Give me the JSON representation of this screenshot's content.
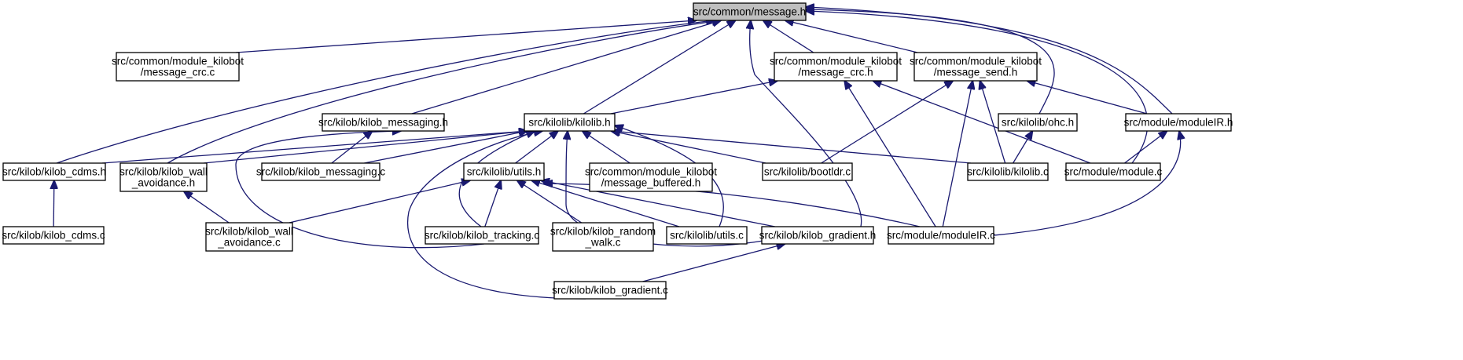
{
  "title": "src/common/message.h",
  "colors": {
    "edge": "#191970",
    "root_fill": "#bfbfbf",
    "node_fill": "#ffffff",
    "border": "#000000"
  },
  "nodes": {
    "message_h": {
      "lines": [
        "src/common/message.h"
      ],
      "root": true
    },
    "message_crc_c": {
      "lines": [
        "src/common/module_kilobot",
        "/message_crc.c"
      ]
    },
    "message_crc_h": {
      "lines": [
        "src/common/module_kilobot",
        "/message_crc.h"
      ]
    },
    "message_send_h": {
      "lines": [
        "src/common/module_kilobot",
        "/message_send.h"
      ]
    },
    "kilob_messaging_h": {
      "lines": [
        "src/kilob/kilob_messaging.h"
      ]
    },
    "kilolib_h": {
      "lines": [
        "src/kilolib/kilolib.h"
      ]
    },
    "ohc_h": {
      "lines": [
        "src/kilolib/ohc.h"
      ]
    },
    "moduleIR_h": {
      "lines": [
        "src/module/moduleIR.h"
      ]
    },
    "kilob_cdms_h": {
      "lines": [
        "src/kilob/kilob_cdms.h"
      ]
    },
    "kilob_wall_avoidance_h": {
      "lines": [
        "src/kilob/kilob_wall",
        "_avoidance.h"
      ]
    },
    "kilob_messaging_c": {
      "lines": [
        "src/kilob/kilob_messaging.c"
      ]
    },
    "utils_h": {
      "lines": [
        "src/kilolib/utils.h"
      ]
    },
    "message_buffered_h": {
      "lines": [
        "src/common/module_kilobot",
        "/message_buffered.h"
      ]
    },
    "bootldr_c": {
      "lines": [
        "src/kilolib/bootldr.c"
      ]
    },
    "kilolib_c": {
      "lines": [
        "src/kilolib/kilolib.c"
      ]
    },
    "module_c": {
      "lines": [
        "src/module/module.c"
      ]
    },
    "kilob_cdms_c": {
      "lines": [
        "src/kilob/kilob_cdms.c"
      ]
    },
    "kilob_wall_avoidance_c": {
      "lines": [
        "src/kilob/kilob_wall",
        "_avoidance.c"
      ]
    },
    "kilob_tracking_c": {
      "lines": [
        "src/kilob/kilob_tracking.c"
      ]
    },
    "kilob_random_walk_c": {
      "lines": [
        "src/kilob/kilob_random",
        "_walk.c"
      ]
    },
    "utils_c": {
      "lines": [
        "src/kilolib/utils.c"
      ]
    },
    "kilob_gradient_h": {
      "lines": [
        "src/kilob/kilob_gradient.h"
      ]
    },
    "moduleIR_c": {
      "lines": [
        "src/module/moduleIR.c"
      ]
    },
    "kilob_gradient_c": {
      "lines": [
        "src/kilob/kilob_gradient.c"
      ]
    }
  },
  "edges": [
    [
      "message_crc_c",
      "message_h"
    ],
    [
      "message_crc_h",
      "message_h"
    ],
    [
      "message_send_h",
      "message_h"
    ],
    [
      "kilob_messaging_h",
      "message_h"
    ],
    [
      "kilolib_h",
      "message_h"
    ],
    [
      "ohc_h",
      "message_h"
    ],
    [
      "moduleIR_h",
      "message_h"
    ],
    [
      "kilob_cdms_h",
      "message_h"
    ],
    [
      "kilob_wall_avoidance_h",
      "message_h"
    ],
    [
      "kilob_gradient_h",
      "message_h"
    ],
    [
      "module_c",
      "message_h"
    ],
    [
      "kilolib_h",
      "message_crc_h"
    ],
    [
      "module_c",
      "message_crc_h"
    ],
    [
      "moduleIR_c",
      "message_crc_h"
    ],
    [
      "bootldr_c",
      "message_send_h"
    ],
    [
      "kilolib_c",
      "message_send_h"
    ],
    [
      "moduleIR_c",
      "message_send_h"
    ],
    [
      "moduleIR_h",
      "message_send_h"
    ],
    [
      "kilob_messaging_c",
      "kilob_messaging_h"
    ],
    [
      "kilob_tracking_c",
      "kilob_messaging_h"
    ],
    [
      "kilob_cdms_h",
      "kilolib_h"
    ],
    [
      "kilob_wall_avoidance_h",
      "kilolib_h"
    ],
    [
      "kilob_messaging_c",
      "kilolib_h"
    ],
    [
      "utils_h",
      "kilolib_h"
    ],
    [
      "message_buffered_h",
      "kilolib_h"
    ],
    [
      "bootldr_c",
      "kilolib_h"
    ],
    [
      "kilolib_c",
      "kilolib_h"
    ],
    [
      "kilob_tracking_c",
      "kilolib_h"
    ],
    [
      "kilob_gradient_c",
      "kilolib_h"
    ],
    [
      "kilob_gradient_h",
      "kilolib_h"
    ],
    [
      "utils_c",
      "kilolib_h"
    ],
    [
      "kilolib_c",
      "ohc_h"
    ],
    [
      "module_c",
      "moduleIR_h"
    ],
    [
      "moduleIR_c",
      "moduleIR_h"
    ],
    [
      "kilob_cdms_c",
      "kilob_cdms_h"
    ],
    [
      "kilob_wall_avoidance_c",
      "kilob_wall_avoidance_h"
    ],
    [
      "kilob_wall_avoidance_c",
      "utils_h"
    ],
    [
      "kilob_tracking_c",
      "utils_h"
    ],
    [
      "kilob_random_walk_c",
      "utils_h"
    ],
    [
      "utils_c",
      "utils_h"
    ],
    [
      "kilob_gradient_h",
      "utils_h"
    ],
    [
      "moduleIR_c",
      "utils_h"
    ],
    [
      "kilob_gradient_c",
      "kilob_gradient_h"
    ]
  ]
}
